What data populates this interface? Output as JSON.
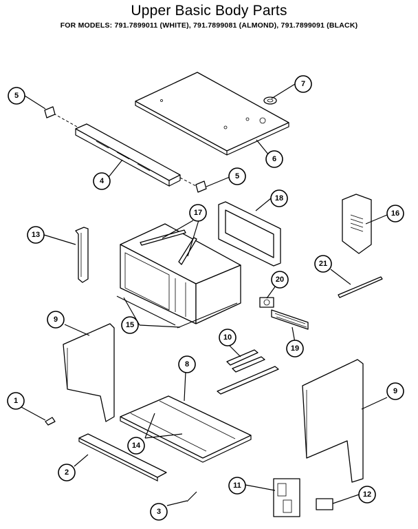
{
  "header": {
    "title": "Upper Basic Body Parts",
    "models": "FOR MODELS:  791.7899011 (WHITE), 791.7899081 (ALMOND), 791.7899091 (BLACK)"
  },
  "callouts": [
    "1",
    "2",
    "3",
    "4",
    "5",
    "5",
    "6",
    "7",
    "8",
    "9",
    "9",
    "10",
    "11",
    "12",
    "13",
    "14",
    "15",
    "16",
    "17",
    "18",
    "19",
    "20",
    "21"
  ]
}
